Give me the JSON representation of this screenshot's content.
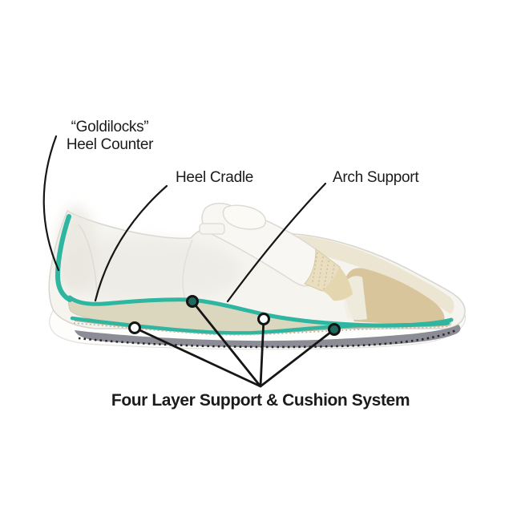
{
  "page": {
    "background": "#ffffff"
  },
  "diagram": {
    "subject": "shoe-cutaway-side-view",
    "callouts": {
      "heel_counter": {
        "text_line1": "“Goldilocks”",
        "text_line2": "Heel Counter"
      },
      "heel_cradle": {
        "text": "Heel Cradle"
      },
      "arch_support": {
        "text": "Arch Support"
      },
      "four_layer": {
        "text": "Four Layer Support & Cushion System",
        "dot_count": 4
      }
    },
    "colors": {
      "accent_teal": "#2eb6a0",
      "dot_fill_dark_teal": "#21695f",
      "dot_fill_white": "#ffffff",
      "callout_line_black": "#161616",
      "upper_white": "#f5f4ef",
      "upper_outline": "#d7d5ce",
      "foam_beige": "#dbd7bf",
      "lining_tan": "#d8c59c",
      "lining_cream": "#eae2cc",
      "outsole_gray": "#8b8c95",
      "tread_black": "#28282c"
    }
  }
}
